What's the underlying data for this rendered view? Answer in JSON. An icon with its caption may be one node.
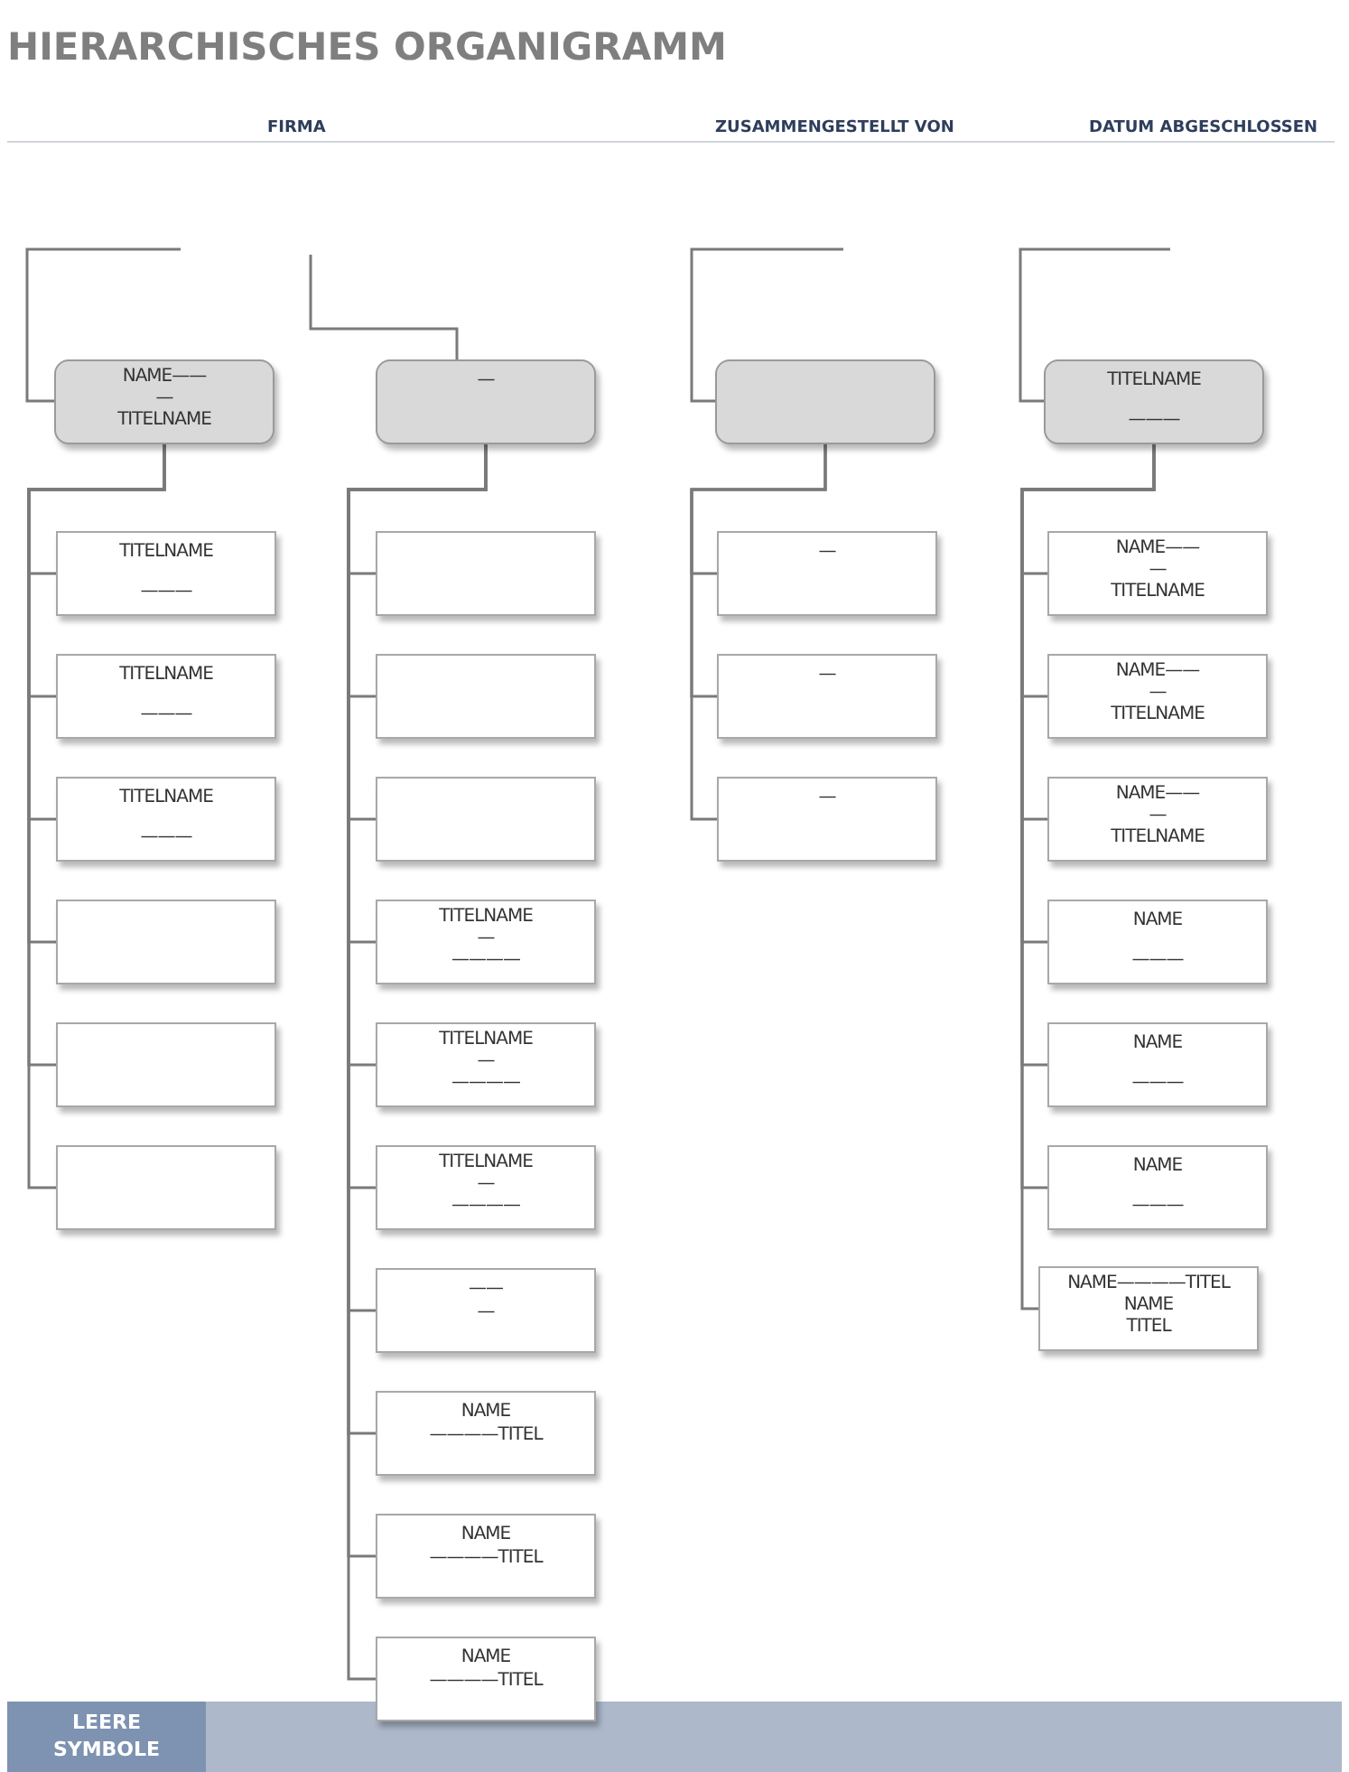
{
  "diagram": {
    "title": "HIERARCHISCHES ORGANIGRAMM",
    "nodes": [
      {
        "text": [
          "NAME——",
          "—",
          "TITELNAME"
        ]
      },
      {
        "text": [
          "TITELNAME",
          "———"
        ]
      },
      {
        "text": [
          "TITELNAME",
          "———"
        ]
      },
      {
        "text": [
          "TITELNAME",
          "———"
        ]
      },
      {
        "text": [],
        "shape": "box"
      },
      {
        "text": [],
        "shape": "box"
      },
      {
        "text": [],
        "shape": "box"
      },
      {
        "text": [
          "—"
        ]
      },
      {
        "text": [],
        "shape": "box"
      },
      {
        "text": [],
        "shape": "box"
      },
      {
        "text": [],
        "shape": "box"
      },
      {
        "text": [
          "TITELNAME",
          "—",
          "————"
        ]
      },
      {
        "text": [
          "TITELNAME",
          "—",
          "————"
        ]
      },
      {
        "text": [
          "TITELNAME",
          "—",
          "————"
        ]
      },
      {
        "text": [
          "——",
          "—"
        ]
      },
      {
        "text": [
          "NAME",
          "————TITEL"
        ]
      },
      {
        "text": [
          "NAME",
          "————TITEL"
        ]
      },
      {
        "text": [
          "NAME",
          "————TITEL"
        ]
      },
      {
        "text": [],
        "shape": "box"
      },
      {
        "text": [
          "—"
        ]
      },
      {
        "text": [
          "—"
        ]
      },
      {
        "text": [
          "—"
        ]
      },
      {
        "text": [
          "TITELNAME",
          "———"
        ]
      },
      {
        "text": [
          "NAME——",
          "—",
          "TITELNAME"
        ]
      },
      {
        "text": [
          "NAME——",
          "—",
          "TITELNAME"
        ]
      },
      {
        "text": [
          "NAME——",
          "—",
          "TITELNAME"
        ]
      },
      {
        "text": [
          "NAME",
          "———"
        ]
      },
      {
        "text": [
          "NAME",
          "———"
        ]
      },
      {
        "text": [
          "NAME",
          "———"
        ]
      },
      {
        "text": [
          "NAME————TITEL",
          "NAME",
          "TITEL"
        ]
      }
    ],
    "edges": [
      {
        "from": null,
        "to": 0,
        "arrow": "none"
      },
      {
        "from": 0,
        "to": 1,
        "arrow": "none"
      },
      {
        "from": 0,
        "to": 2,
        "arrow": "none"
      },
      {
        "from": 0,
        "to": 3,
        "arrow": "none"
      },
      {
        "from": 0,
        "to": 4,
        "arrow": "none"
      },
      {
        "from": 0,
        "to": 5,
        "arrow": "none"
      },
      {
        "from": 0,
        "to": 6,
        "arrow": "none"
      },
      {
        "from": null,
        "to": 7,
        "arrow": "none"
      },
      {
        "from": 7,
        "to": 8,
        "arrow": "none"
      },
      {
        "from": 7,
        "to": 9,
        "arrow": "none"
      },
      {
        "from": 7,
        "to": 10,
        "arrow": "none"
      },
      {
        "from": 7,
        "to": 11,
        "arrow": "none"
      },
      {
        "from": 7,
        "to": 12,
        "arrow": "none"
      },
      {
        "from": 7,
        "to": 13,
        "arrow": "none"
      },
      {
        "from": 7,
        "to": 14,
        "arrow": "none"
      },
      {
        "from": 7,
        "to": 15,
        "arrow": "none"
      },
      {
        "from": 7,
        "to": 16,
        "arrow": "none"
      },
      {
        "from": 7,
        "to": 17,
        "arrow": "none"
      },
      {
        "from": null,
        "to": 18,
        "arrow": "none"
      },
      {
        "from": 18,
        "to": 19,
        "arrow": "none"
      },
      {
        "from": 18,
        "to": 20,
        "arrow": "none"
      },
      {
        "from": 18,
        "to": 21,
        "arrow": "none"
      },
      {
        "from": null,
        "to": 22,
        "arrow": "none"
      },
      {
        "from": 22,
        "to": 23,
        "arrow": "none"
      },
      {
        "from": 22,
        "to": 24,
        "arrow": "none"
      },
      {
        "from": 22,
        "to": 25,
        "arrow": "none"
      },
      {
        "from": 22,
        "to": 26,
        "arrow": "none"
      },
      {
        "from": 22,
        "to": 27,
        "arrow": "none"
      },
      {
        "from": 22,
        "to": 28,
        "arrow": "none"
      },
      {
        "from": 22,
        "to": 29,
        "arrow": "none"
      }
    ],
    "labels": [
      "FIRMA",
      "ZUSAMMENGESTELLT VON",
      "DATUM ABGESCHLOSSEN",
      "LEERE SYMBOLE"
    ]
  }
}
